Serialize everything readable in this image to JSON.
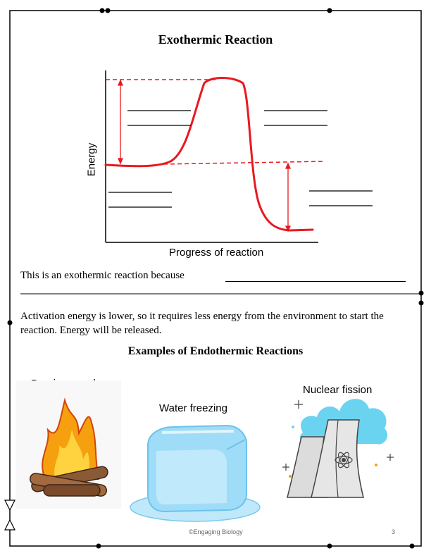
{
  "title": "Exothermic Reaction",
  "chart_data": {
    "type": "line",
    "xlabel": "Progress of reaction",
    "ylabel": "Energy"
  },
  "sentence_prompt": "This is an exothermic reaction because",
  "answer_paragraph": "Activation energy is lower, so it requires less energy from the environment to start the reaction. Energy will be released.",
  "examples_title": "Examples of Endothermic Reactions",
  "examples": [
    {
      "label": "Burning wood",
      "icon": "campfire-icon"
    },
    {
      "label": "Water freezing",
      "icon": "ice-cube-icon"
    },
    {
      "label": "Nuclear fission",
      "icon": "nuclear-plant-icon"
    }
  ],
  "footer": "©Engaging Biology",
  "page_number": "3",
  "colors": {
    "curve": "#e8191f",
    "ice": "#9fdcf7",
    "fire": "#f6a00f",
    "cloud": "#6ad3f0"
  }
}
